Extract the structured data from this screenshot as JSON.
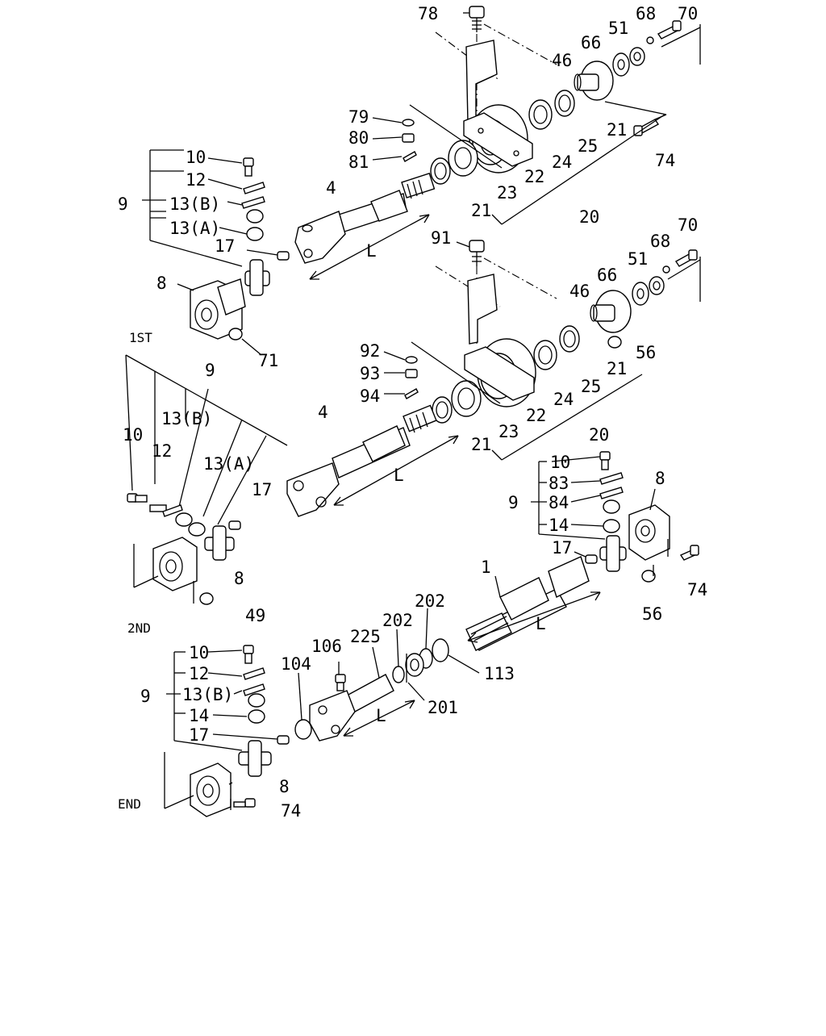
{
  "diagram": {
    "sections": [
      "1ST",
      "2ND",
      "END"
    ],
    "callouts": [
      "78",
      "68",
      "70",
      "51",
      "66",
      "46",
      "79",
      "80",
      "81",
      "21",
      "25",
      "74",
      "10",
      "12",
      "9",
      "13(B)",
      "13(A)",
      "17",
      "4",
      "24",
      "22",
      "23",
      "21",
      "20",
      "8",
      "L",
      "91",
      "68",
      "70",
      "51",
      "66",
      "46",
      "56",
      "71",
      "92",
      "93",
      "94",
      "21",
      "25",
      "24",
      "22",
      "20",
      "23",
      "21",
      "9",
      "13(B)",
      "10",
      "12",
      "13(A)",
      "17",
      "4",
      "L",
      "10",
      "83",
      "84",
      "14",
      "8",
      "9",
      "17",
      "74",
      "56",
      "1",
      "L",
      "8",
      "49",
      "202",
      "202",
      "225",
      "106",
      "104",
      "113",
      "201",
      "L",
      "10",
      "12",
      "13(B)",
      "9",
      "14",
      "17",
      "8",
      "74"
    ]
  }
}
